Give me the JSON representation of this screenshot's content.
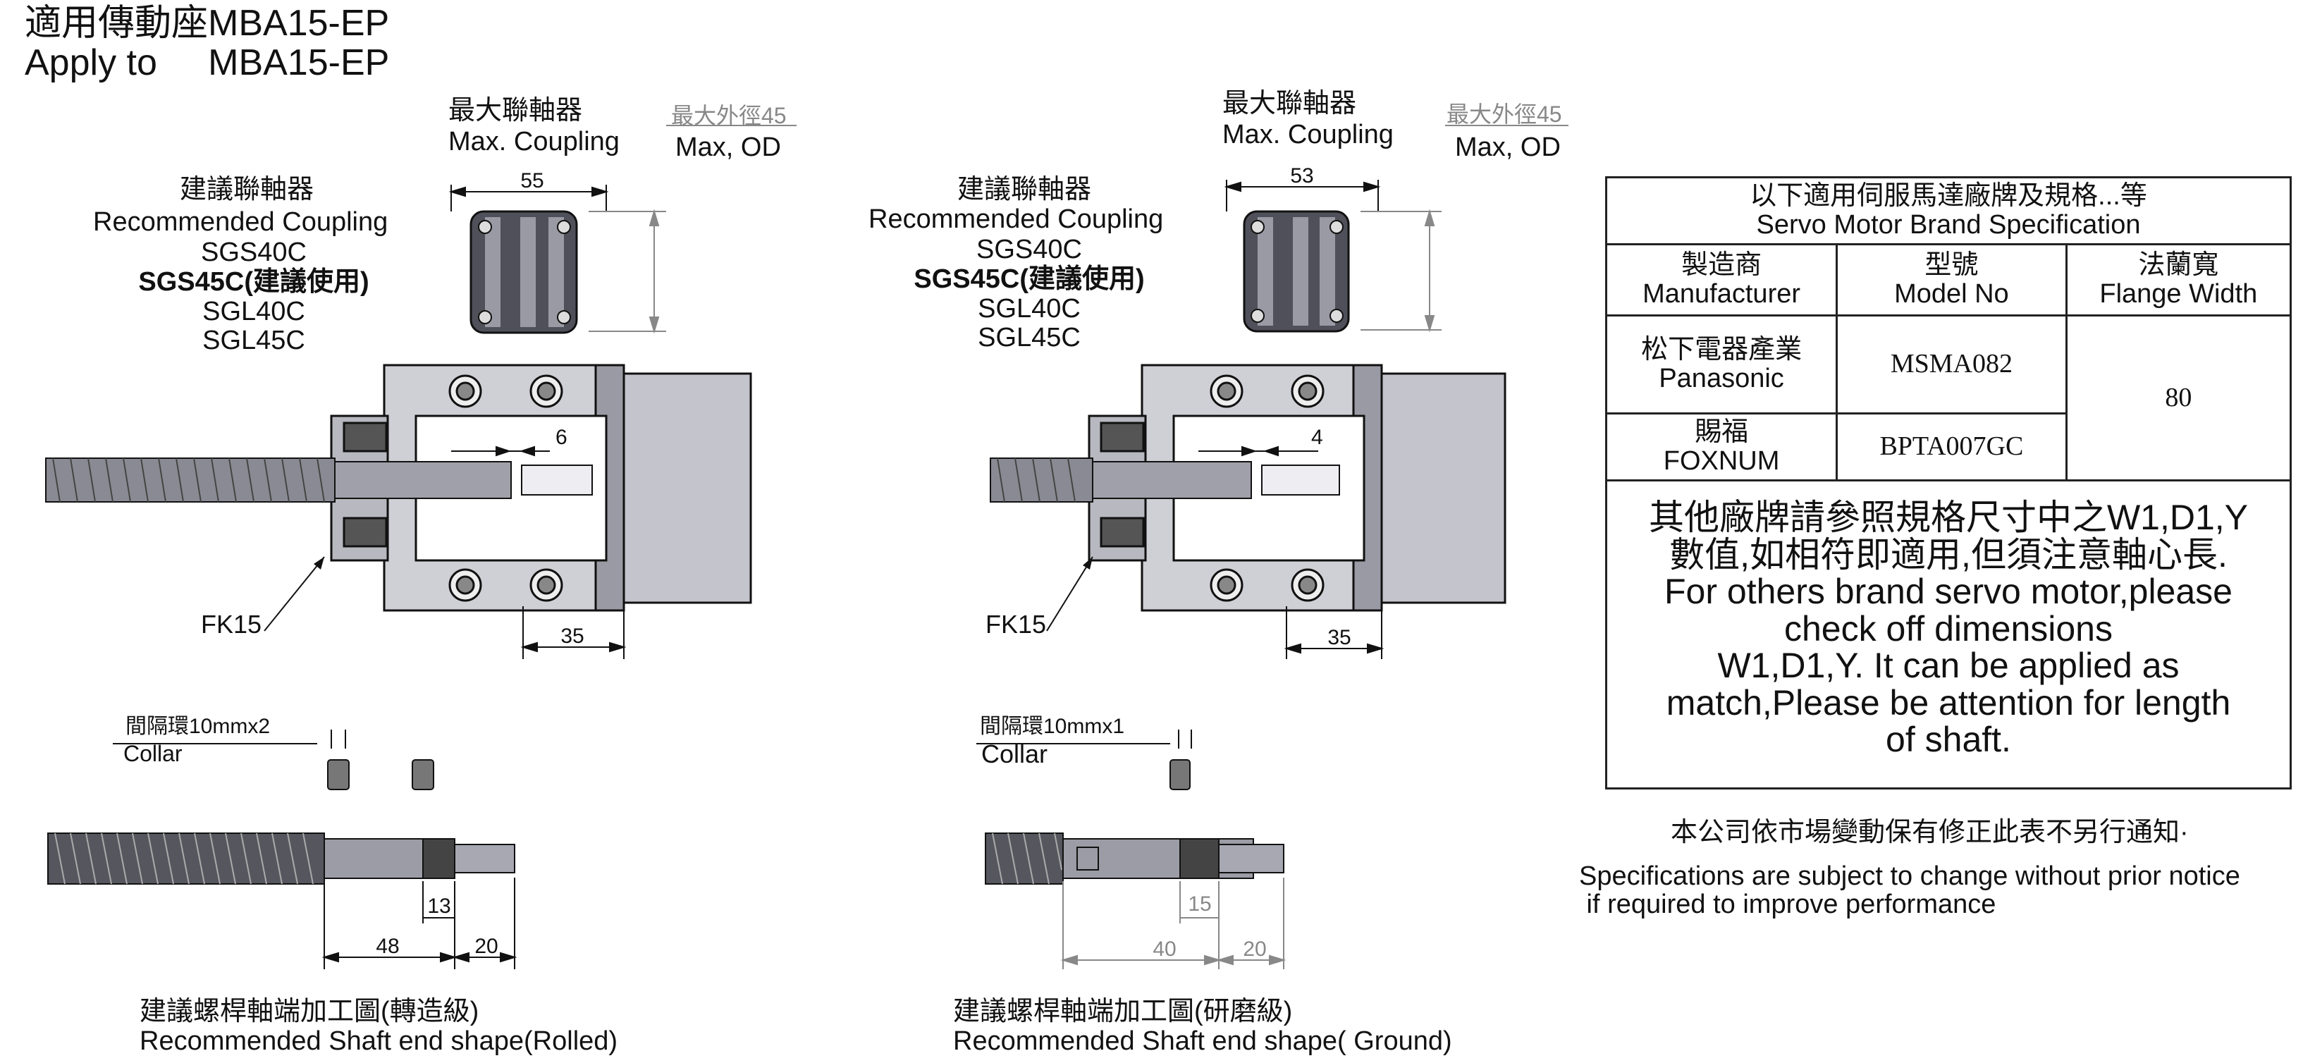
{
  "title": {
    "zh": "適用傳動座MBA15-EP",
    "en": "Apply to     MBA15-EP"
  },
  "left": {
    "max_coupling_zh": "最大聯軸器",
    "max_coupling_en": "Max. Coupling",
    "max_od_zh": "最大外徑45",
    "max_od_en": "Max, OD",
    "rec_coupling_zh": "建議聯軸器",
    "rec_coupling_en": "Recommended Coupling",
    "models": [
      "SGS40C",
      "SGS45C(建議使用)",
      "SGL40C",
      "SGL45C"
    ],
    "dim_coupling": "55",
    "dim_gap": "6",
    "dim_depth": "35",
    "bearing": "FK15",
    "collar_zh": "間隔環10mmx2",
    "collar_en": "Collar",
    "dim_13": "13",
    "dim_48": "48",
    "dim_20": "20",
    "shaft_zh": "建議螺桿軸端加工圖(轉造級)",
    "shaft_en": "Recommended Shaft end shape(Rolled)"
  },
  "middle": {
    "max_coupling_zh": "最大聯軸器",
    "max_coupling_en": "Max. Coupling",
    "max_od_zh": "最大外徑45",
    "max_od_en": "Max, OD",
    "rec_coupling_zh": "建議聯軸器",
    "rec_coupling_en": "Recommended Coupling",
    "models": [
      "SGS40C",
      "SGS45C(建議使用)",
      "SGL40C",
      "SGL45C"
    ],
    "dim_coupling": "53",
    "dim_gap": "4",
    "dim_depth": "35",
    "bearing": "FK15",
    "collar_zh": "間隔環10mmx1",
    "collar_en": "Collar",
    "dim_15": "15",
    "dim_40": "40",
    "dim_20": "20",
    "shaft_zh": "建議螺桿軸端加工圖(研磨級)",
    "shaft_en": "Recommended Shaft end shape( Ground)"
  },
  "table": {
    "header_zh": "以下適用伺服馬達廠牌及規格...等",
    "header_en": "Servo Motor Brand Specification",
    "col_manufacturer_zh": "製造商",
    "col_manufacturer_en": "Manufacturer",
    "col_model_zh": "型號",
    "col_model_en": "Model No",
    "col_flange_zh": "法蘭寬",
    "col_flange_en": "Flange Width",
    "rows": [
      {
        "maker_zh": "松下電器產業",
        "maker_en": "Panasonic",
        "model": "MSMA082"
      },
      {
        "maker_zh": "賜福",
        "maker_en": "FOXNUM",
        "model": "BPTA007GC"
      }
    ],
    "flange_value": "80",
    "note_zh_1": "其他廠牌請參照規格尺寸中之W1,D1,Y",
    "note_zh_2": "數值,如相符即適用,但須注意軸心長.",
    "note_en_1": "For others brand servo motor,please",
    "note_en_2": "check off dimensions",
    "note_en_3": "W1,D1,Y. It can be applied as",
    "note_en_4": "match,Please be attention for length",
    "note_en_5": "of shaft."
  },
  "footer": {
    "zh": "本公司依市場變動保有修正此表不另行通知·",
    "en_1": "Specifications are subject to change without prior notice",
    "en_2": " if required to improve performance"
  },
  "colors": {
    "line": "#111111",
    "gray_dim": "#888888",
    "metal_dark": "#3a3a44",
    "metal_mid": "#8a8a94",
    "metal_light": "#d8d8de"
  }
}
